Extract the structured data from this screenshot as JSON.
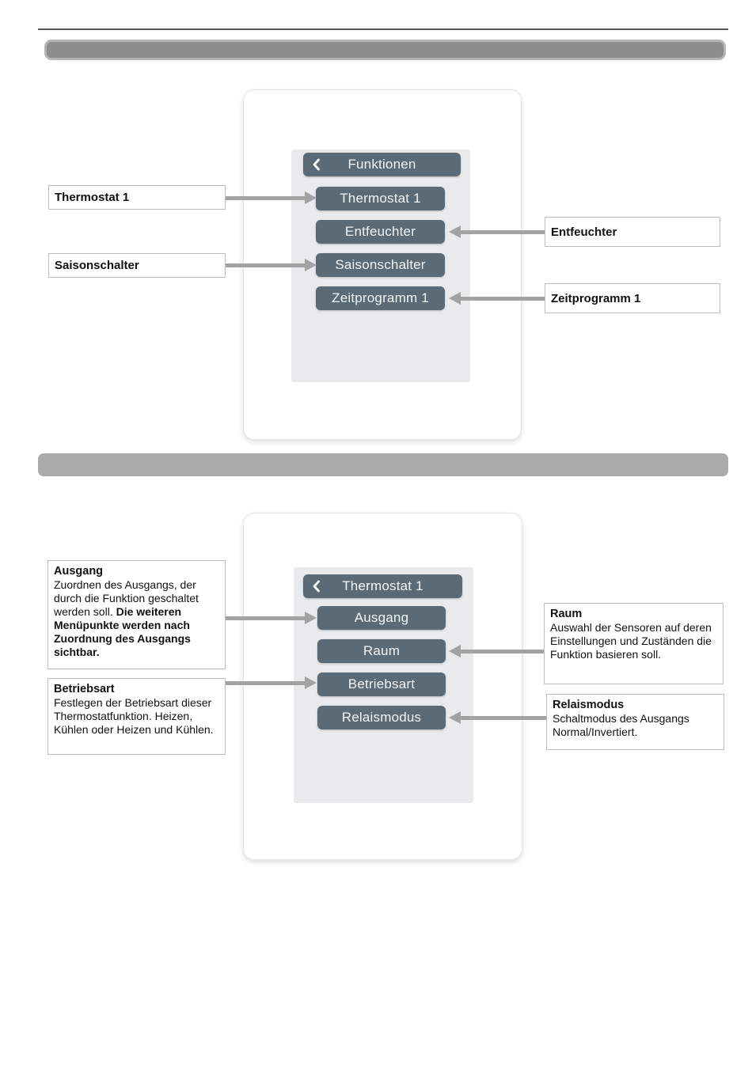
{
  "colors": {
    "menu_button_bg": "#5a6a76",
    "menu_button_text": "#f2f5f6",
    "screen_panel_bg": "#e9eaeb",
    "section_bar1_bg": "#8d8d8d",
    "section_bar1_border": "#b4b4b4",
    "section_bar2_bg": "#ababab",
    "arrow": "#a2a2a2",
    "callout_border": "#bdbdbd",
    "top_rule": "#555555"
  },
  "screen1": {
    "back_icon": "chevron-left",
    "header": "Funktionen",
    "items": [
      "Thermostat 1",
      "Entfeuchter",
      "Saisonschalter",
      "Zeitprogramm 1"
    ],
    "callouts_left": [
      {
        "label": "Thermostat 1"
      },
      {
        "label": "Saisonschalter"
      }
    ],
    "callouts_right": [
      {
        "label": "Entfeuchter"
      },
      {
        "label": "Zeitprogramm 1"
      }
    ]
  },
  "screen2": {
    "back_icon": "chevron-left",
    "header": "Thermostat 1",
    "items": [
      "Ausgang",
      "Raum",
      "Betriebsart",
      "Relaismodus"
    ],
    "callouts_left": [
      {
        "title": "Ausgang",
        "body_normal": "Zuordnen des Ausgangs, der durch die Funktion geschaltet werden soll. ",
        "body_bold": "Die weiteren Menüpunkte werden nach Zuordnung des Ausgangs sichtbar."
      },
      {
        "title": "Betriebsart",
        "body_normal": "Festlegen der Betriebsart dieser Thermostatfunktion. Heizen, Kühlen oder Heizen und Kühlen.",
        "body_bold": ""
      }
    ],
    "callouts_right": [
      {
        "title": "Raum",
        "body": "Auswahl der Sensoren auf deren Einstellungen und Zuständen die Funktion basieren soll."
      },
      {
        "title": "Relaismodus",
        "body": "Schaltmodus des Ausgangs Normal/Invertiert."
      }
    ]
  }
}
